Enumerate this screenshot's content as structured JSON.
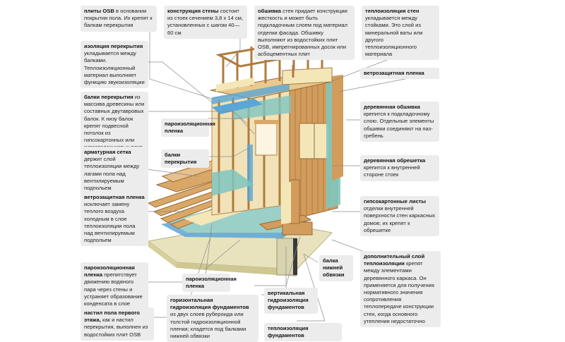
{
  "callouts": {
    "osb_base": {
      "head": "плиты OSB",
      "body": " в основании покрытия пола. Их крепят к балкам перекрытия"
    },
    "wall_structure": {
      "head": "конструкция стены",
      "body": " состоит из стоек сечением 3,8 х 14 см, установленных с шагом 40—60 см"
    },
    "cladding": {
      "head": "обшивка",
      "body": " стен придает конструкции жесткость и может быть подкладочным слоем под материал отделки фасада. Обшивку выполняют из водостойких плит OSB, импрегнированных досок или асбоцементных плит"
    },
    "wall_insulation": {
      "head": "теплоизоляция стен",
      "body": " укладывается между стойками. Это слой из минеральной ваты или другого теплоизоляционного материала"
    },
    "floor_insulation": {
      "head": "изоляция перекрытия",
      "body": " укладывается между балками. Теплоизоляционный материал выполняет функцию звукоизоляции"
    },
    "wind_film_right": {
      "head": "ветрозащитная пленка",
      "body": ""
    },
    "floor_beams_left": {
      "head": "балки перекрытия",
      "body": " из массива древесины или составных двутавровых балок. К низу балок крепят подвесной потолок из гипсокартонных или гипсоволокнистых плит"
    },
    "wood_cladding": {
      "head": "деревянная обшивка",
      "body": " крепится к подкладочному слою. Отдельные элементы обшивки соединяют на паз-гребень"
    },
    "vapor_film_mid": {
      "head": "пароизоляционная пленка",
      "body": ""
    },
    "floor_beams_mid": {
      "head": "балки перекрытия",
      "body": ""
    },
    "rebar_mesh": {
      "head": "арматурная сетка",
      "body": " держит слой теплоизоляции между лагами пола над вентилируемым подпольем"
    },
    "wood_lathing": {
      "head": "деревянная обрешетка",
      "body": " крепится к внутренней стороне стоек"
    },
    "wind_film_left": {
      "head": "ветрозащитная пленка",
      "body": " исключает замену теплого воздуха холодным в слое теплоизоляции пола над вентилируемым подпольем"
    },
    "drywall": {
      "head": "гипсокартонные листы",
      "body": " отделки внутренней поверхности стен каркасных домов; их крепят к обрешетке"
    },
    "sill_beam": {
      "head": "балка нижней обвязки",
      "body": ""
    },
    "vapor_film_left": {
      "head": "пароизоляционная пленка",
      "body": " препятствует движению водяного пара через стены и устраняет образование конденсата в слое теплоизоляции"
    },
    "vapor_film_bottom": {
      "head": "пароизоляционная пленка",
      "body": ""
    },
    "extra_insulation": {
      "head": "дополнительный слой теплоизоляции",
      "body": " крепят между элементами деревянного каркаса. Он применяется для получения нормативного значения сопротивления теплопередаче конструкции стен, когда основного утепления недостаточно"
    },
    "horizontal_waterproof": {
      "head": "горизонтальная гидроизоляция фундаментов",
      "body": " из двух слоев рубероида или толстой гидроизоляционной пленки; кладется под балками нижней обвязки"
    },
    "vertical_waterproof": {
      "head": "вертикальная гидроизоляция фундаментов",
      "body": ""
    },
    "floor_first": {
      "head": "настил пола первого этажа,",
      "body": " как и настил перекрытия, выполнен из водостойких плит OSB"
    },
    "foundation_insulation": {
      "head": "теплоизоляция фундаментов",
      "body": ""
    }
  },
  "colors": {
    "callout_bg": "#ececec",
    "leader": "#8a8a8a",
    "wood": "#d7a86a",
    "wood_dark": "#b07a3e",
    "insulation": "#f3e7b8",
    "film_teal": "#7fc6bf",
    "film_blue": "#5aa6d6",
    "concrete": "#e4dfb8"
  }
}
